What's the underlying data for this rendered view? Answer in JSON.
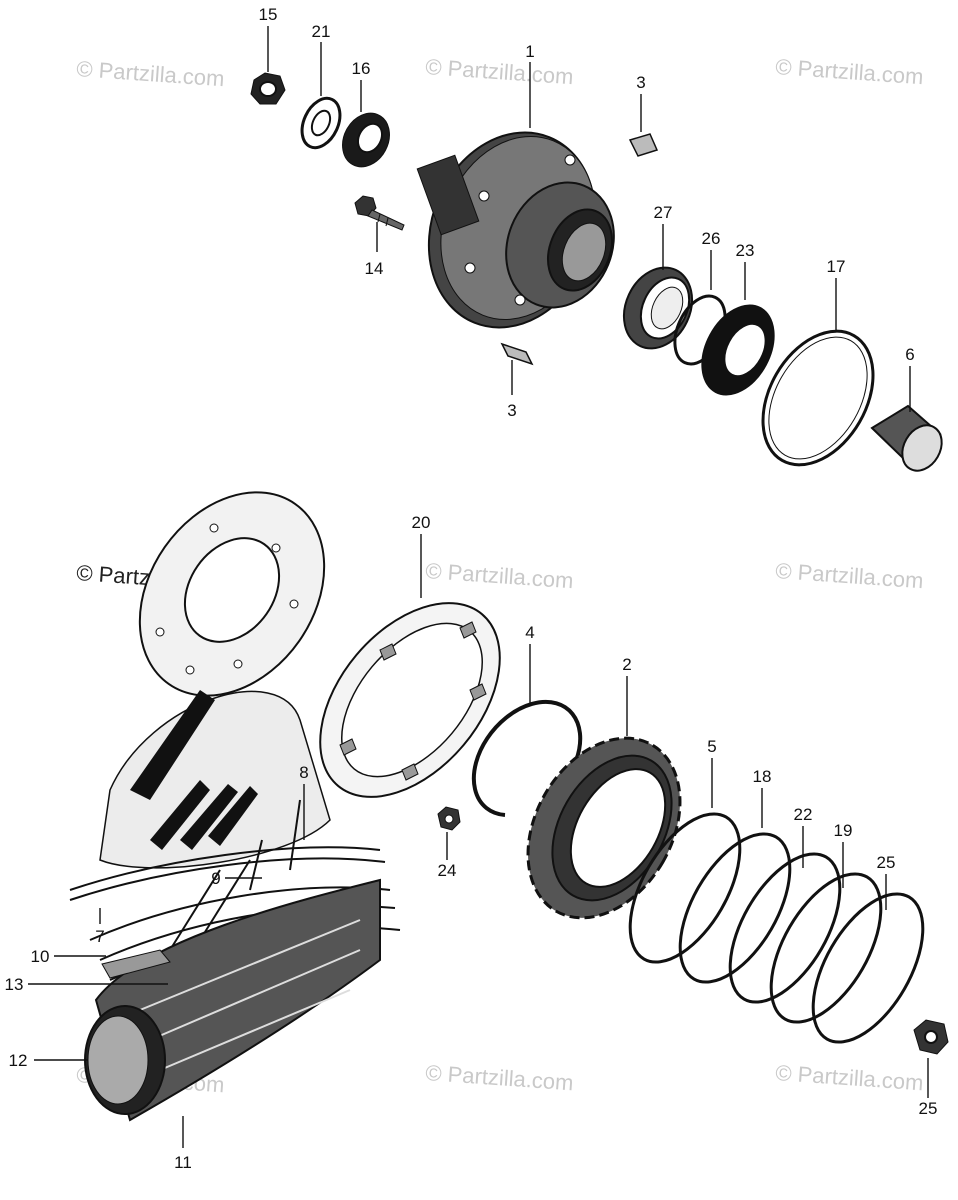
{
  "watermark": "© Partzilla.com",
  "callouts": {
    "c1": "1",
    "c2": "2",
    "c3a": "3",
    "c3b": "3",
    "c4": "4",
    "c5": "5",
    "c6": "6",
    "c7": "7",
    "c8": "8",
    "c9": "9",
    "c10": "10",
    "c11": "11",
    "c12": "12",
    "c13": "13",
    "c14": "14",
    "c15": "15",
    "c16": "16",
    "c17": "17",
    "c18": "18",
    "c19": "19",
    "c20": "20",
    "c21": "21",
    "c22": "22",
    "c23": "23",
    "c24": "24",
    "c25a": "25",
    "c25b": "25",
    "c26": "26",
    "c27": "27"
  },
  "icons": {
    "hub": "hub-flange-icon",
    "sprocket": "sprocket-icon",
    "wheel": "spoked-wheel-icon"
  }
}
